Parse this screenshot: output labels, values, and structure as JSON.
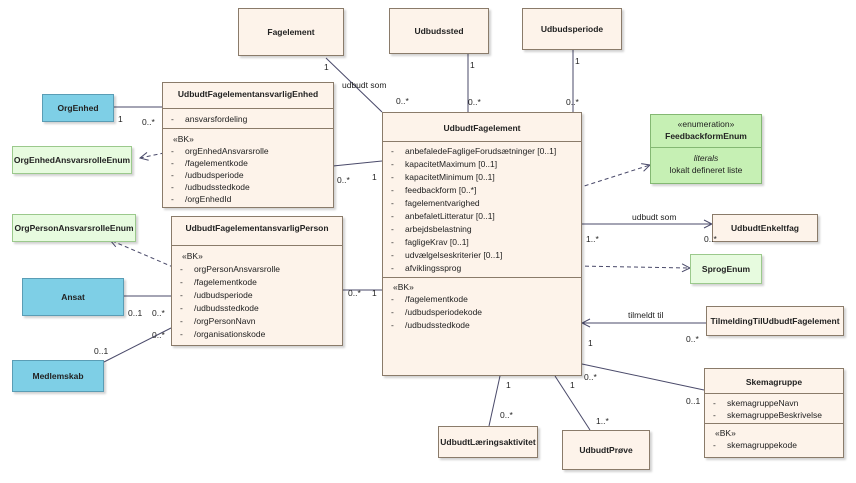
{
  "boxes": {
    "fagelement": "Fagelement",
    "udbudssted": "Udbudssted",
    "udbudsperiode": "Udbudsperiode",
    "orgenhed": "OrgEnhed",
    "orgenhed_rolle_enum": "OrgEnhedAnsvarsrolleEnum",
    "orgperson_rolle_enum": "OrgPersonAnsvarsrolleEnum",
    "ansat": "Ansat",
    "medlemskab": "Medlemskab",
    "udbudt_enkeltfag": "UdbudtEnkeltfag",
    "sprog_enum": "SprogEnum",
    "tilmelding": "TilmeldingTilUdbudtFagelement",
    "laeringsaktivitet": "UdbudtLæringsaktivitet",
    "proeve": "UdbudtPrøve"
  },
  "ansvarlig_enhed": {
    "title": "UdbudtFagelementansvarligEnhed",
    "attrs": [
      "ansvarsfordeling"
    ],
    "bk_label": "«BK»",
    "bk": [
      "orgEnhedAnsvarsrolle",
      "/fagelementkode",
      "/udbudsperiode",
      "/udbudsstedkode",
      "/orgEnhedId"
    ]
  },
  "ansvarlig_person": {
    "title": "UdbudtFagelementansvarligPerson",
    "bk_label": "«BK»",
    "bk": [
      "orgPersonAnsvarsrolle",
      "/fagelementkode",
      "/udbudsperiode",
      "/udbudsstedkode",
      "/orgPersonNavn",
      "/organisationskode"
    ]
  },
  "udbudt_fagelement": {
    "title": "UdbudtFagelement",
    "attrs": [
      "anbefaledeFagligeForudsætninger [0..1]",
      "kapacitetMaximum [0..1]",
      "kapacitetMinimum [0..1]",
      "feedbackform [0..*]",
      "fagelementvarighed",
      "anbefaletLitteratur [0..1]",
      "arbejdsbelastning",
      "fagligeKrav [0..1]",
      "udvælgelseskriterier [0..1]",
      "afviklingssprog"
    ],
    "bk_label": "«BK»",
    "bk": [
      "/fagelementkode",
      "/udbudsperiodekode",
      "/udbudsstedkode"
    ]
  },
  "feedback_enum": {
    "stereotype": "«enumeration»",
    "title": "FeedbackformEnum",
    "literals_label": "literals",
    "literal": "lokalt defineret liste"
  },
  "skemagruppe": {
    "title": "Skemagruppe",
    "attrs": [
      "skemagruppeNavn",
      "skemagruppeBeskrivelse"
    ],
    "bk_label": "«BK»",
    "bk": [
      "skemagruppekode"
    ]
  },
  "labels": {
    "udbudt_som_1": "udbudt som",
    "udbudt_som_2": "udbudt som",
    "tilmeldt_til": "tilmeldt til",
    "m_fag_1": "1",
    "m_fag_2": "0..*",
    "m_sted_1": "1",
    "m_sted_2": "0..*",
    "m_per_1": "1",
    "m_per_2": "0..*",
    "m_org_1": "1",
    "m_org_2": "0..*",
    "m_enh_1": "0..*",
    "m_enh_2": "1",
    "m_pers_1": "0..*",
    "m_pers_2": "1",
    "m_ansat_1": "0..1",
    "m_ansat_2": "0..*",
    "m_medl_1": "0..1",
    "m_medl_2": "0..*",
    "m_enk_1": "1..*",
    "m_enk_2": "0..*",
    "m_tilm_1": "1",
    "m_tilm_2": "0..*",
    "m_skema_1": "0..*",
    "m_skema_2": "0..1",
    "m_laer_1": "1",
    "m_laer_2": "0..*",
    "m_proeve_1": "1",
    "m_proeve_2": "1..*",
    "dash": "-"
  }
}
